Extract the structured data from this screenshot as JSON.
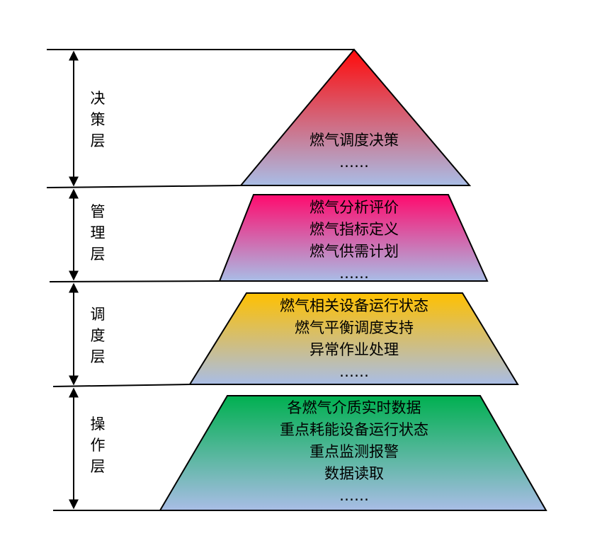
{
  "diagram": {
    "layers": [
      {
        "key": "decision",
        "label_chars": [
          "决",
          "策",
          "层"
        ],
        "items": [
          "燃气调度决策",
          "……"
        ],
        "gradient_top": "#ff0a0a",
        "gradient_bottom": "#a9bde6"
      },
      {
        "key": "management",
        "label_chars": [
          "管",
          "理",
          "层"
        ],
        "items": [
          "燃气分析评价",
          "燃气指标定义",
          "燃气供需计划",
          "……"
        ],
        "gradient_top": "#ff0a6e",
        "gradient_bottom": "#a9bde6"
      },
      {
        "key": "dispatch",
        "label_chars": [
          "调",
          "度",
          "层"
        ],
        "items": [
          "燃气相关设备运行状态",
          "燃气平衡调度支持",
          "异常作业处理",
          "……"
        ],
        "gradient_top": "#ffc000",
        "gradient_bottom": "#a9bde6"
      },
      {
        "key": "operation",
        "label_chars": [
          "操",
          "作",
          "层"
        ],
        "items": [
          "各燃气介质实时数据",
          "重点耗能设备运行状态",
          "重点监测报警",
          "数据读取",
          "……"
        ],
        "gradient_top": "#00b050",
        "gradient_bottom": "#a9bde6"
      }
    ]
  }
}
